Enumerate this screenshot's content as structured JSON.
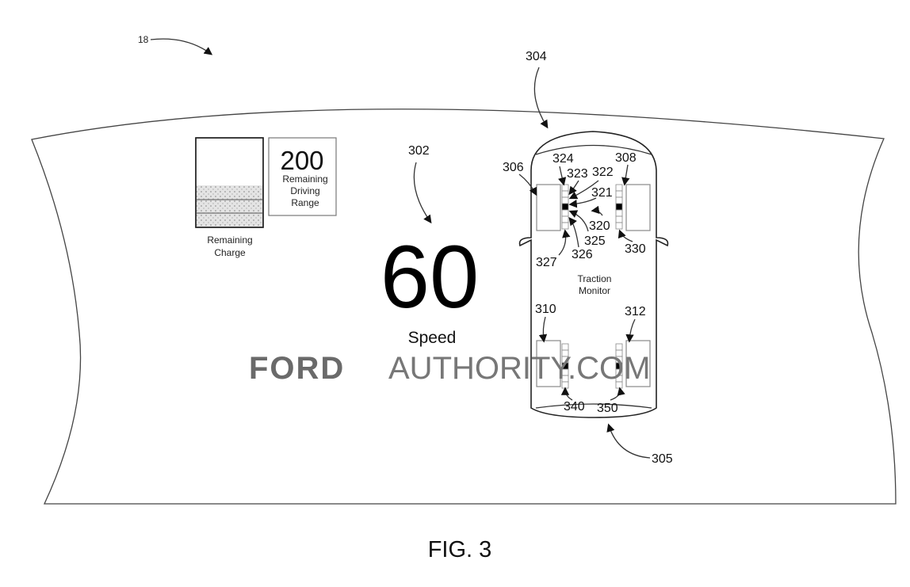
{
  "figure": {
    "ref_main": "18",
    "caption": "FIG. 3"
  },
  "charge": {
    "label_line1": "Remaining",
    "label_line2": "Charge",
    "level_fraction": 0.5,
    "segments_filled": 3
  },
  "range": {
    "value": "200",
    "label_line1": "Remaining",
    "label_line2": "Driving",
    "label_line3": "Range"
  },
  "speed": {
    "value": "60",
    "label": "Speed",
    "ref": "302"
  },
  "traction": {
    "label_line1": "Traction",
    "label_line2": "Monitor",
    "refs": {
      "vehicle": "304",
      "vehicle_rear": "305",
      "wheel_fl": "306",
      "wheel_fr": "308",
      "wheel_rl": "310",
      "wheel_rr": "312",
      "bar_fl": "320",
      "r321": "321",
      "r322": "322",
      "r323": "323",
      "r324": "324",
      "r325": "325",
      "r326": "326",
      "r327": "327",
      "bar_fr": "330",
      "bar_rl": "340",
      "bar_rr": "350"
    }
  },
  "watermark": {
    "brand": "FORD",
    "rest": "AUTHORITY.COM"
  }
}
